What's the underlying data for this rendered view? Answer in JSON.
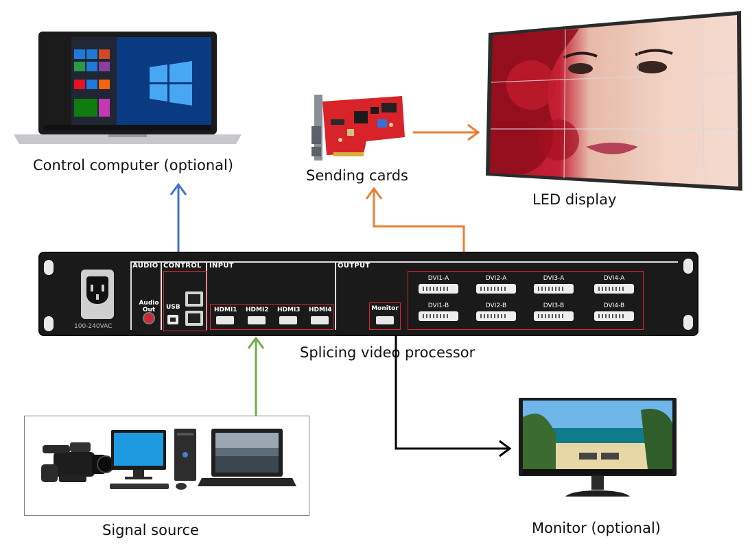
{
  "labels": {
    "control_computer": "Control computer (optional)",
    "sending_cards": "Sending cards",
    "led_display": "LED display",
    "processor": "Splicing video processor",
    "signal_source": "Signal source",
    "monitor": "Monitor (optional)"
  },
  "panel": {
    "voltage": "100-240VAC",
    "section_audio": "AUDIO",
    "section_control": "CONTROL",
    "section_input": "INPUT",
    "section_output": "OUTPUT",
    "audio_out": "Audio Out",
    "usb": "USB",
    "hdmi_ports": [
      "HDMI1",
      "HDMI2",
      "HDMI3",
      "HDMI4"
    ],
    "monitor_port": "Monitor",
    "dvi_a": [
      "DVI1-A",
      "DVI2-A",
      "DVI3-A",
      "DVI4-A"
    ],
    "dvi_b": [
      "DVI1-B",
      "DVI2-B",
      "DVI3-B",
      "DVI4-B"
    ]
  },
  "arrow_colors": {
    "control": "#4472c4",
    "output_to_cards": "#ed7d31",
    "input": "#70ad47",
    "monitor": "#000000"
  },
  "icons": [
    "laptop-icon",
    "sending-card-icon",
    "led-wall-icon",
    "camcorder-icon",
    "desktop-pc-icon",
    "laptop-source-icon",
    "monitor-icon"
  ]
}
